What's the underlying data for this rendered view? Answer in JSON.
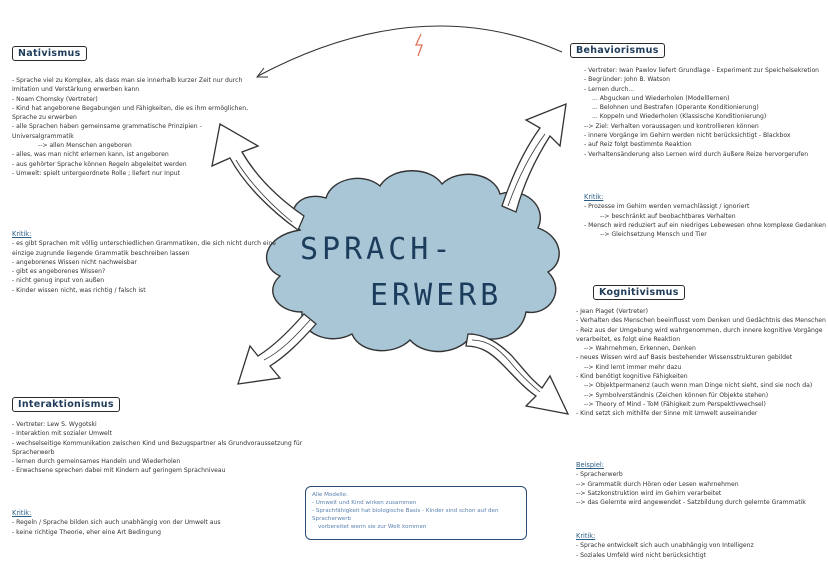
{
  "center": {
    "line1": "SPRACH-",
    "line2": "ERWERB",
    "cloud_color": "#a8c6d6"
  },
  "nativismus": {
    "title": "Nativismus",
    "lines": [
      "- Sprache viel zu Komplex, als dass man sie innerhalb kurzer Zeit nur durch",
      "Imitation und Verstärkung erwerben kann",
      "- Noam Chomsky (Vertreter)",
      "- Kind hat angeborene Begabungen und Fähigkeiten, die es ihm ermöglichen,",
      "Sprache zu erwerben",
      "- alle Sprachen haben gemeinsame grammatische Prinzipien -",
      "Universalgrammatik",
      "--> allen Menschen angeboren",
      "- alles, was man nicht erlernen kann, ist angeboren",
      "- aus gehörter Sprache können Regeln abgeleitet werden",
      "- Umwelt: spielt untergeordnete Rolle ; liefert nur Input"
    ],
    "kritik_label": "Kritik:",
    "kritik": [
      "- es gibt Sprachen mit völlig unterschiedlichen Grammatiken, die sich nicht durch eine",
      "einzige zugrunde liegende Grammatik beschreiben lassen",
      "- angeborenes Wissen nicht nachweisbar",
      "- gibt es angeborenes Wissen?",
      "- nicht genug input von außen",
      "- Kinder wissen nicht, was richtig / falsch ist"
    ]
  },
  "behaviorismus": {
    "title": "Behaviorismus",
    "lines": [
      "- Vertreter: Iwan Pawlov liefert Grundlage - Experiment zur Speichelsekretion",
      "- Begründer: John B. Watson",
      "- Lernen durch...",
      "... Abgucken und Wiederholen (Modelllernen)",
      "... Belohnen und Bestrafen (Operante Konditionierung)",
      "... Koppeln und Wiederholen (Klassische Konditionierung)",
      "--> Ziel: Verhalten voraussagen und kontrollieren können",
      "- innere Vorgänge im Gehirn werden nicht berücksichtigt - Blackbox",
      "- auf Reiz folgt bestimmte Reaktion",
      "- Verhaltensänderung also Lernen wird durch äußere Reize hervorgerufen"
    ],
    "kritik_label": "Kritik:",
    "kritik": [
      "- Prozesse im Gehirn werden vernachlässigt / ignoriert",
      "--> beschränkt auf beobachtbares Verhalten",
      "- Mensch wird reduziert auf ein niedriges Lebewesen ohne komplexe Gedanken",
      "--> Gleichsetzung Mensch und Tier"
    ]
  },
  "kognitivismus": {
    "title": "Kognitivismus",
    "lines": [
      "- Jean Piaget (Vertreter)",
      "- Verhalten des Menschen beeinflusst vom Denken und Gedächtnis des Menschen",
      "- Reiz aus der Umgebung wird wahrgenommen, durch innere kognitive Vorgänge",
      "verarbeitet, es folgt eine Reaktion",
      "--> Wahrnehmen, Erkennen, Denken",
      "- neues Wissen wird auf Basis bestehender Wissensstrukturen gebildet",
      "--> Kind lernt immer mehr dazu",
      "- Kind benötigt kognitive Fähigkeiten",
      "--> Objektpermanenz (auch wenn man Dinge nicht sieht, sind sie noch da)",
      "--> Symbolverständnis (Zeichen können für Objekte stehen)",
      "--> Theory of Mind - ToM (Fähigkeit zum Perspektivwechsel)",
      "- Kind setzt sich mithilfe der Sinne mit Umwelt auseinander"
    ],
    "beispiel_label": "Beispiel:",
    "beispiel": [
      "- Spracherwerb",
      "--> Grammatik durch Hören oder Lesen wahrnehmen",
      "--> Satzkonstruktion wird im Gehirn verarbeitet",
      "--> das Gelernte wird angewendet - Satzbildung durch gelernte Grammatik"
    ],
    "kritik_label": "Kritik:",
    "kritik": [
      "- Sprache entwickelt sich auch unabhängig von Intelligenz",
      "- Soziales Umfeld wird nicht berücksichtigt"
    ]
  },
  "interaktionismus": {
    "title": "Interaktionismus",
    "lines": [
      "- Vertreter: Lew S. Wygotski",
      "- Interaktion mit sozialer Umwelt",
      "- wechselseitige Kommunikation zwischen Kind und Bezugspartner als Grundvoraussetzung für",
      "Spracherwerb",
      "- lernen durch gemeinsames Handeln und Wiederholen",
      "- Erwachsene sprechen dabei mit Kindern auf geringem Sprachniveau"
    ],
    "kritik_label": "Kritik:",
    "kritik": [
      "- Regeln / Sprache bilden sich auch unabhängig von der Umwelt aus",
      "- keine richtige Theorie, eher eine Art Bedingung"
    ]
  },
  "note": {
    "title": "Alle Modelle:",
    "lines": [
      "- Umwelt und Kind wirken zusammen",
      "- Sprachfähigkeit hat biologische Basis - Kinder sind schon auf den Spracherwerb",
      "vorbereitet wenn sie zur Welt kommen"
    ]
  },
  "colors": {
    "heading": "#1f3c5a",
    "accent": "#2c5f86",
    "lightning": "#e0735a",
    "note_text": "#5a82b0"
  }
}
